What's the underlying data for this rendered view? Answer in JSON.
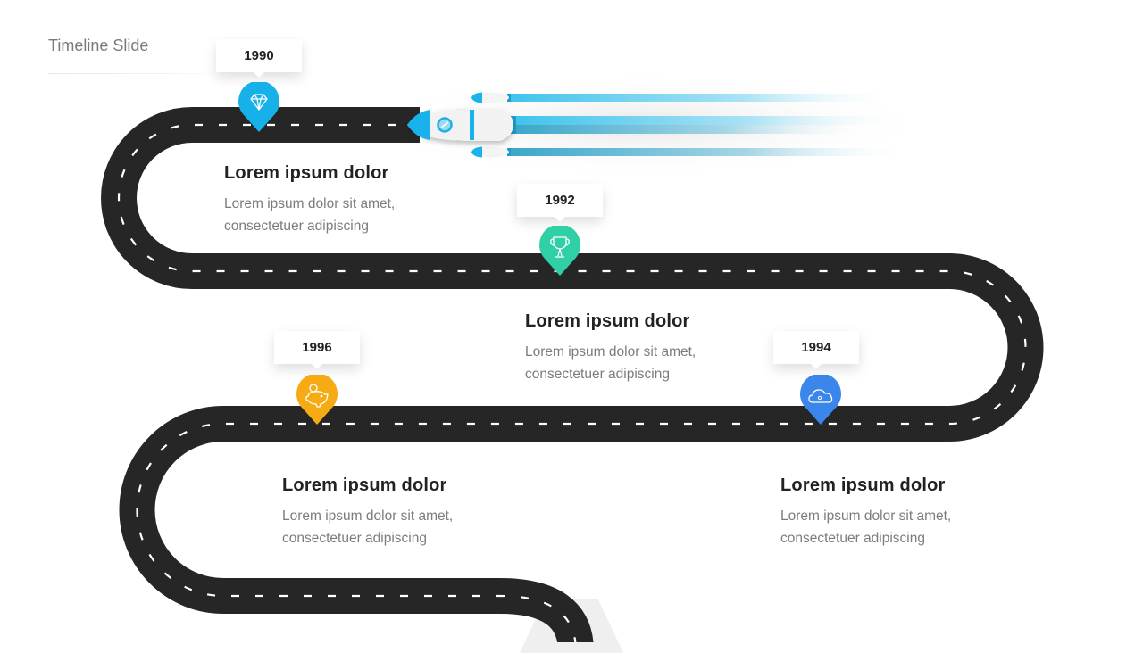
{
  "slide": {
    "title": "Timeline Slide"
  },
  "colors": {
    "road": "#262626",
    "road_dash": "#ffffff",
    "pin_1990": "#17b1ea",
    "pin_1992": "#2fd0a6",
    "pin_1994": "#3a86ea",
    "pin_1996": "#f6ab14",
    "heading": "#222222",
    "body": "#7c7c7c"
  },
  "milestones": [
    {
      "year": "1990",
      "icon": "diamond-icon",
      "color": "#17b1ea",
      "heading": "Lorem ipsum dolor",
      "line1": "Lorem ipsum dolor sit amet,",
      "line2": "consectetuer  adipiscing"
    },
    {
      "year": "1992",
      "icon": "trophy-icon",
      "color": "#2fd0a6",
      "heading": "Lorem ipsum dolor",
      "line1": "Lorem ipsum dolor sit amet,",
      "line2": "consectetuer  adipiscing"
    },
    {
      "year": "1994",
      "icon": "cloud-icon",
      "color": "#3a86ea",
      "heading": "Lorem ipsum dolor",
      "line1": "Lorem ipsum dolor sit amet,",
      "line2": "consectetuer  adipiscing"
    },
    {
      "year": "1996",
      "icon": "piggy-bank-icon",
      "color": "#f6ab14",
      "heading": "Lorem ipsum dolor",
      "line1": "Lorem ipsum dolor sit amet,",
      "line2": "consectetuer  adipiscing"
    }
  ],
  "decorations": {
    "rocket": "rocket-icon",
    "road": "winding-road"
  }
}
